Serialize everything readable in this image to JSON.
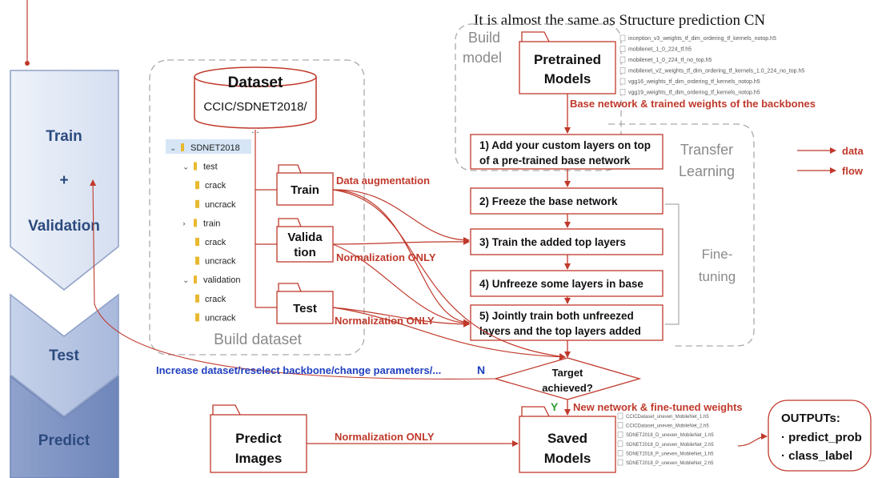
{
  "header_note": "It is almost the same as Structure prediction CN",
  "stages": {
    "train": "Train",
    "plus": "+",
    "validation": "Validation",
    "test": "Test",
    "predict": "Predict"
  },
  "dataset": {
    "title": "Dataset",
    "path": "CCIC/SDNET2018/",
    "ellipsis": "...",
    "group_label": "Build dataset",
    "tree": [
      {
        "label": "SDNET2018",
        "type": "folder",
        "arrow": "⌄"
      },
      {
        "label": "test",
        "type": "folder",
        "arrow": "⌄"
      },
      {
        "label": "crack",
        "type": "file"
      },
      {
        "label": "uncrack",
        "type": "file"
      },
      {
        "label": "train",
        "type": "folder",
        "arrow": "›"
      },
      {
        "label": "crack",
        "type": "file"
      },
      {
        "label": "uncrack",
        "type": "file"
      },
      {
        "label": "validation",
        "type": "folder",
        "arrow": "⌄"
      },
      {
        "label": "crack",
        "type": "file"
      },
      {
        "label": "uncrack",
        "type": "file"
      }
    ],
    "train_folder": "Train",
    "validation_folder_line1": "Valida",
    "validation_folder_line2": "tion",
    "test_folder": "Test"
  },
  "build_model": {
    "group_line1": "Build",
    "group_line2": "model",
    "pretrained_line1": "Pretrained",
    "pretrained_line2": "Models",
    "weight_files": [
      "inception_v3_weights_tf_dim_ordering_tf_kernels_notop.h5",
      "mobilenet_1_0_224_tf.h5",
      "mobilenet_1_0_224_tf_no_top.h5",
      "mobilenet_v2_weights_tf_dim_ordering_tf_kernels_1.0_224_no_top.h5",
      "vgg16_weights_tf_dim_ordering_tf_kernels_notop.h5",
      "vgg19_weights_tf_dim_ordering_tf_kernels_notop.h5"
    ],
    "base_network_label": "Base network & trained weights of the backbones"
  },
  "transfer": {
    "label_line1": "Transfer",
    "label_line2": "Learning",
    "finetune_line1": "Fine-",
    "finetune_line2": "tuning",
    "step1_line1": "1) Add your custom layers on top",
    "step1_line2": "of a pre-trained base network",
    "step2": "2) Freeze the base network",
    "step3": "3) Train the added top layers",
    "step4": "4) Unfreeze some layers in base",
    "step5_line1": "5) Jointly train both unfreezed",
    "step5_line2": "layers and the top layers added"
  },
  "edges": {
    "data_augmentation": "Data augmentation",
    "normalization_val": "Normalization ONLY",
    "normalization_test": "Normalization ONLY",
    "normalization_predict": "Normalization ONLY",
    "increase_dataset": "Increase dataset/reselect backbone/change parameters/...",
    "no": "N",
    "yes": "Y",
    "new_network": "New network & fine-tuned weights"
  },
  "decision": {
    "line1": "Target",
    "line2": "achieved?"
  },
  "legend": {
    "data": "data",
    "flow": "flow"
  },
  "predict_images": {
    "line1": "Predict",
    "line2": "Images"
  },
  "saved_models": {
    "line1": "Saved",
    "line2": "Models",
    "files": [
      "CCICDataset_uneven_MobileNet_1.h5",
      "CCICDataset_uneven_MobileNet_2.h5",
      "SDNET2018_D_uneven_MobileNet_1.h5",
      "SDNET2018_D_uneven_MobileNet_2.h5",
      "SDNET2018_P_uneven_MobileNet_1.h5",
      "SDNET2018_P_uneven_MobileNet_2.h5"
    ]
  },
  "outputs": {
    "title": "OUTPUTs:",
    "item1": "· predict_prob",
    "item2": "· class_label"
  },
  "colors": {
    "red": "#c0392b",
    "blue": "#1f3fbf",
    "green": "#2e9e3a",
    "stage_light": "#dfe6f3",
    "stage_mid": "#b9c6e1",
    "stage_dark": "#7f93c0",
    "gray": "#9a9a9a"
  }
}
